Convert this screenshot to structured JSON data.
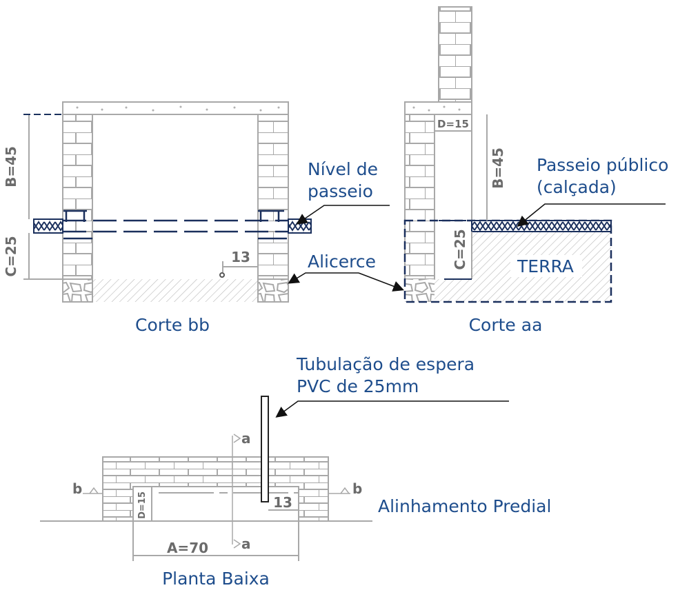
{
  "labels": {
    "nivel_line1": "Nível de",
    "nivel_line2": "passeio",
    "passeio_line1": "Passeio público",
    "passeio_line2": "(calçada)",
    "alicerce": "Alicerce",
    "terra": "TERRA",
    "corte_bb": "Corte bb",
    "corte_aa": "Corte aa",
    "tubulacao_line1": "Tubulação de espera",
    "tubulacao_line2": "PVC de 25mm",
    "alinhamento": "Alinhamento Predial",
    "planta": "Planta Baixa"
  },
  "dimensions": {
    "b45_bb": "B=45",
    "c25_bb": "C=25",
    "d13_bb": "13",
    "d15_aa": "D=15",
    "b45_aa": "B=45",
    "c25_aa": "C=25",
    "d15_plan": "D=15",
    "d13_plan": "13",
    "a70_plan": "A=70"
  },
  "section_marks": {
    "a_top": "a",
    "a_bottom": "a",
    "b_left": "b",
    "b_right": "b"
  },
  "colors": {
    "accent_blue": "#1e4d8c",
    "navy_line": "#1a2f5c",
    "gray_line": "#a8a8a8",
    "dim_text": "#6b6b6b"
  }
}
